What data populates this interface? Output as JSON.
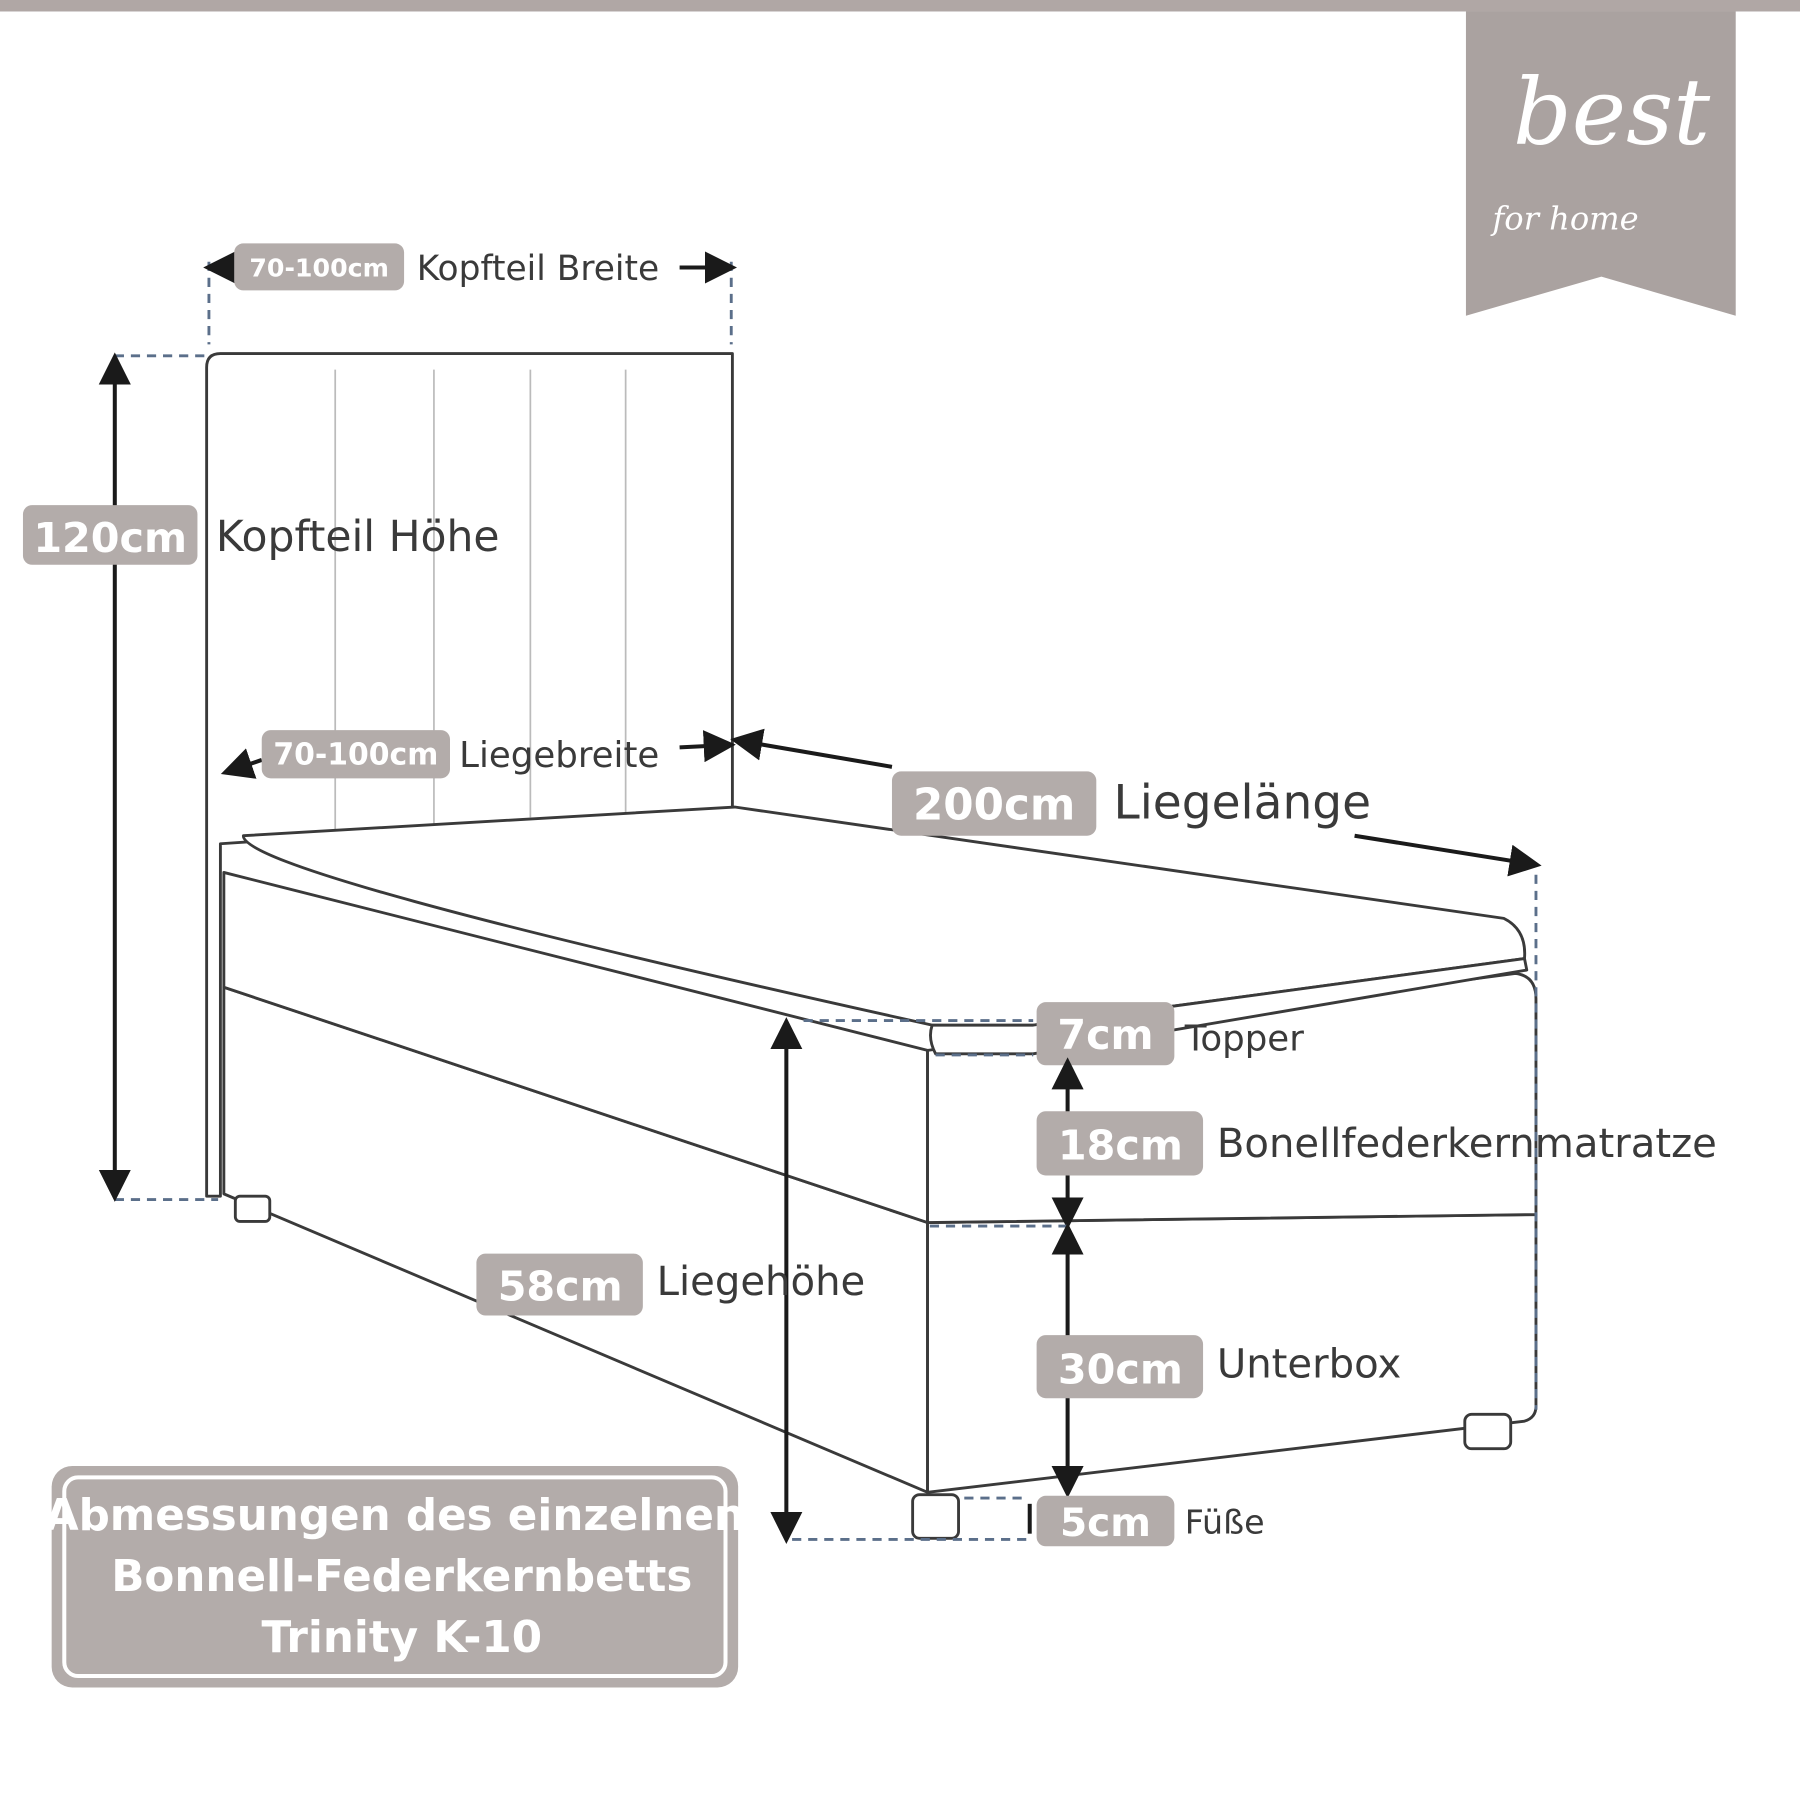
{
  "brand": {
    "name": "best",
    "tagline": "for home",
    "color": "#aaa2a0"
  },
  "accent_color": "#b3acaa",
  "dimensions": {
    "headboard_width": {
      "value": "70-100cm",
      "label": "Kopfteil Breite"
    },
    "headboard_height": {
      "value": "120cm",
      "label": "Kopfteil Höhe"
    },
    "sleeping_width": {
      "value": "70-100cm",
      "label": "Liegebreite"
    },
    "sleeping_length": {
      "value": "200cm",
      "label": "Liegelänge"
    },
    "topper": {
      "value": "7cm",
      "label": "Topper"
    },
    "mattress": {
      "value": "18cm",
      "label": "Bonellfederkernmatratze"
    },
    "lying_height": {
      "value": "58cm",
      "label": "Liegehöhe"
    },
    "base_box": {
      "value": "30cm",
      "label": "Unterbox"
    },
    "feet": {
      "value": "5cm",
      "label": "Füße"
    }
  },
  "title": {
    "lines": [
      "Abmessungen des einzelnen",
      "Bonnell-Federkernbetts",
      "Trinity K-10"
    ]
  }
}
